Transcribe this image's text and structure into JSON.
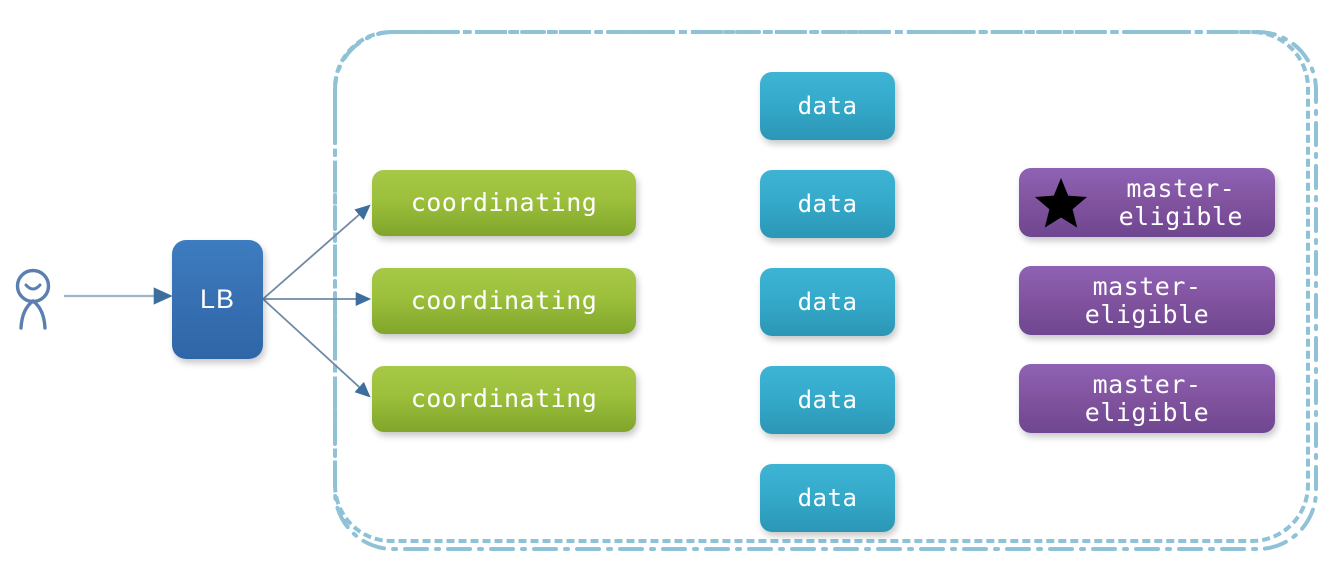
{
  "diagram": {
    "title": "Elasticsearch cluster node roles topology",
    "colors": {
      "cluster_border": "#8fc2d6",
      "load_balancer": "#3872b4",
      "coordinating": "#9cbf3c",
      "data": "#35aacb",
      "master_eligible": "#81539f",
      "star": "#000000",
      "arrow_line": "#9fb3c8",
      "arrow_head": "#3d6f9e",
      "background": "#ffffff"
    }
  },
  "actor": {
    "icon": "user-person-icon",
    "label": ""
  },
  "load_balancer": {
    "label": "LB",
    "icon": "load-balancer-node"
  },
  "cluster": {
    "label": "",
    "coordinating_nodes": [
      {
        "label": "coordinating"
      },
      {
        "label": "coordinating"
      },
      {
        "label": "coordinating"
      }
    ],
    "data_nodes": [
      {
        "label": "data"
      },
      {
        "label": "data"
      },
      {
        "label": "data"
      },
      {
        "label": "data"
      },
      {
        "label": "data"
      }
    ],
    "master_eligible_nodes": [
      {
        "label": "master-\neligible",
        "elected_master": true,
        "star_icon": "star-icon"
      },
      {
        "label": "master-\neligible",
        "elected_master": false,
        "star_icon": ""
      },
      {
        "label": "master-\neligible",
        "elected_master": false,
        "star_icon": ""
      }
    ]
  },
  "connections": [
    {
      "from": "user",
      "to": "load-balancer"
    },
    {
      "from": "load-balancer",
      "to": "coordinating-1"
    },
    {
      "from": "load-balancer",
      "to": "coordinating-2"
    },
    {
      "from": "load-balancer",
      "to": "coordinating-3"
    }
  ]
}
